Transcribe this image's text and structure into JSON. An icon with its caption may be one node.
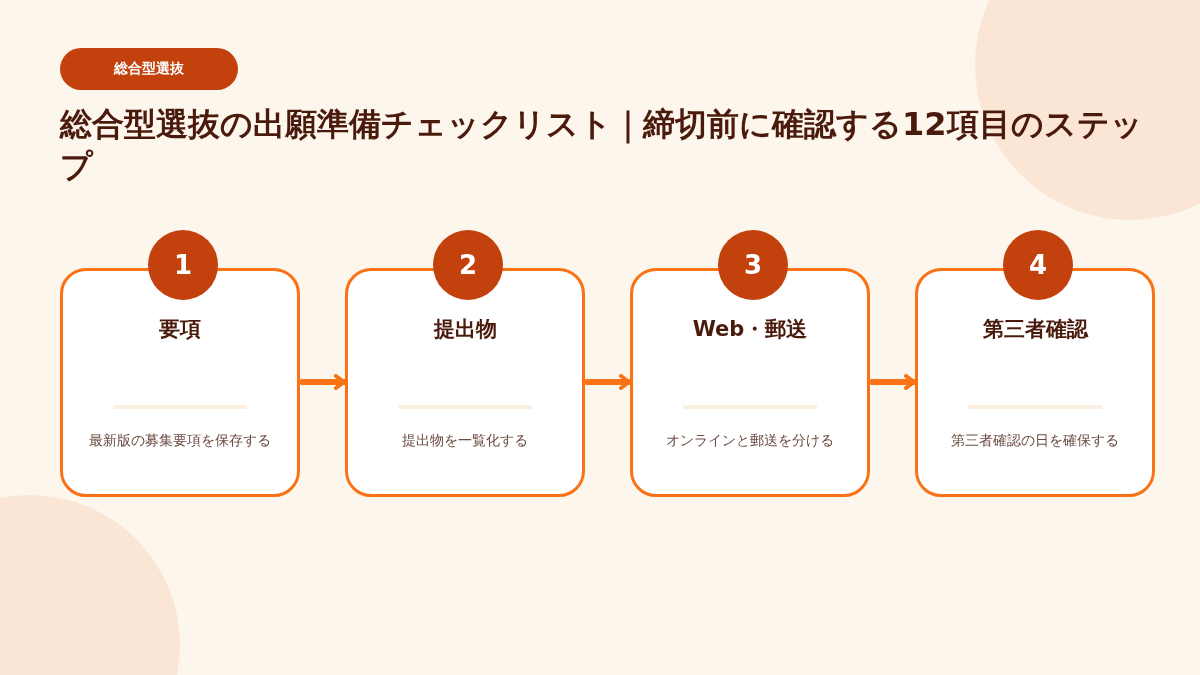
{
  "diagram": {
    "title": "総合型選抜の出願準備チェックリスト｜締切前に確認する12項目のステップ",
    "nodes": [
      {
        "text": [
          "1",
          "要項",
          "最新版の募集要項を保存する"
        ]
      },
      {
        "text": [
          "2",
          "提出物",
          "提出物を一覧化する"
        ]
      },
      {
        "text": [
          "3",
          "Web・郵送",
          "オンラインと郵送を分ける"
        ]
      },
      {
        "text": [
          "4",
          "第三者確認",
          "第三者確認の日を確保する"
        ]
      }
    ],
    "edges": [
      {
        "from": 0,
        "to": 1,
        "arrow": "to"
      },
      {
        "from": 1,
        "to": 2,
        "arrow": "to"
      },
      {
        "from": 2,
        "to": 3,
        "arrow": "to"
      }
    ],
    "labels": [
      "総合型選抜"
    ]
  }
}
